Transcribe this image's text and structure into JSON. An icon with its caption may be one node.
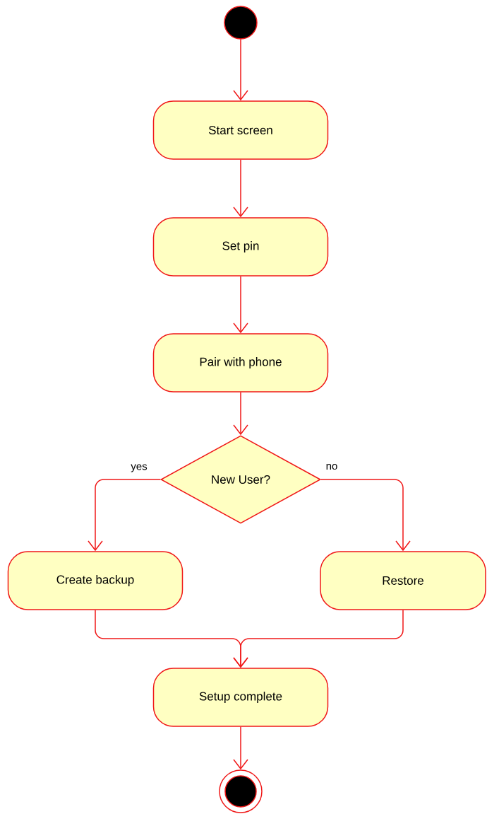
{
  "diagram": {
    "nodes": [
      {
        "text": [],
        "shape": "circle"
      },
      {
        "text": [
          "Start screen"
        ]
      },
      {
        "text": [
          "Set pin"
        ]
      },
      {
        "text": [
          "Pair with phone"
        ]
      },
      {
        "text": [
          "New User?"
        ]
      },
      {
        "text": [
          "Create backup"
        ]
      },
      {
        "text": [
          "Restore"
        ]
      },
      {
        "text": [
          "Setup complete"
        ]
      },
      {
        "text": [],
        "shape": "circle"
      }
    ],
    "edges": [
      {
        "from": 0,
        "to": 1,
        "arrow": "to"
      },
      {
        "from": 1,
        "to": 2,
        "arrow": "to"
      },
      {
        "from": 2,
        "to": 3,
        "arrow": "to"
      },
      {
        "from": 3,
        "to": 4,
        "arrow": "to"
      },
      {
        "from": 4,
        "to": 5,
        "arrow": "to",
        "label": "yes"
      },
      {
        "from": 4,
        "to": 6,
        "arrow": "to",
        "label": "no"
      },
      {
        "from": 5,
        "to": 7,
        "arrow": "to"
      },
      {
        "from": 6,
        "to": 7,
        "arrow": "to"
      },
      {
        "from": 7,
        "to": 8,
        "arrow": "to"
      }
    ]
  }
}
